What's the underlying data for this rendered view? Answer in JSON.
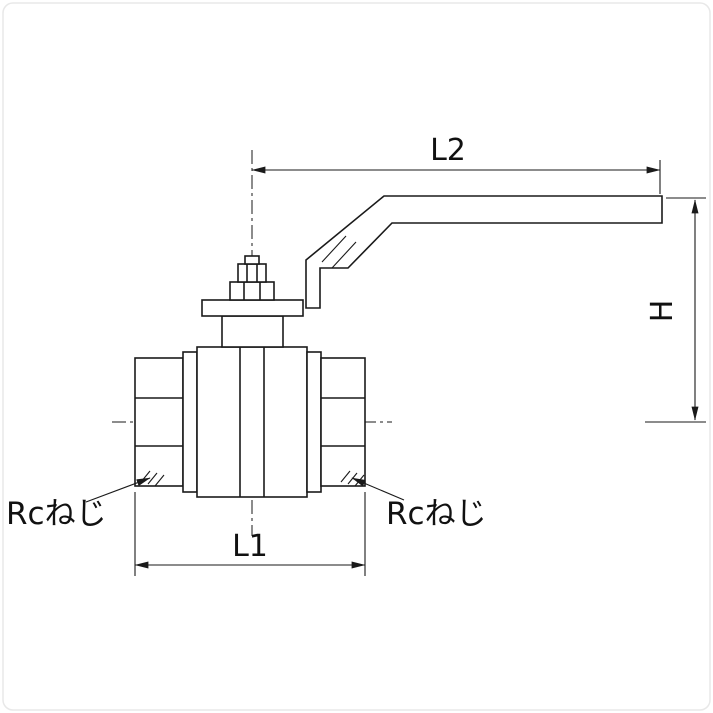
{
  "colors": {
    "line": "#1a1a1a",
    "background": "#ffffff"
  },
  "dimensions": {
    "l2": {
      "label": "L2"
    },
    "h": {
      "label": "H"
    },
    "l1": {
      "label": "L1"
    }
  },
  "annotations": {
    "thread_left": {
      "label": "Rcねじ"
    },
    "thread_right": {
      "label": "Rcねじ"
    }
  }
}
